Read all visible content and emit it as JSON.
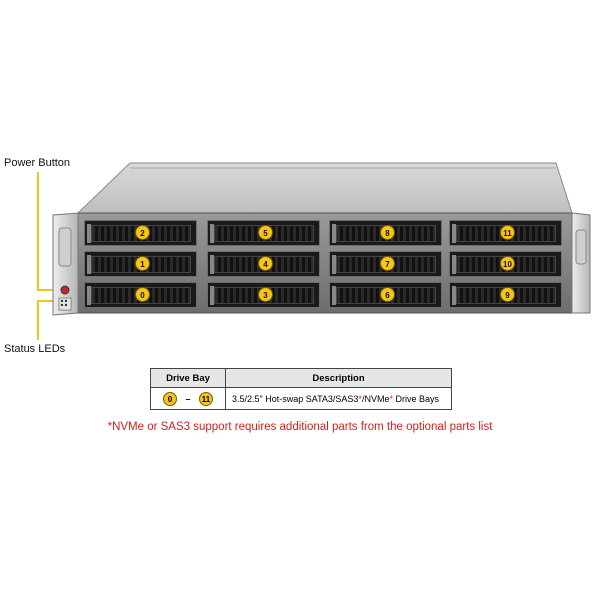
{
  "callouts": {
    "power_button": "Power Button",
    "status_leds": "Status LEDs"
  },
  "bays": [
    {
      "row": 0,
      "col": 0,
      "label": "2"
    },
    {
      "row": 0,
      "col": 1,
      "label": "5"
    },
    {
      "row": 0,
      "col": 2,
      "label": "8"
    },
    {
      "row": 0,
      "col": 3,
      "label": "11"
    },
    {
      "row": 1,
      "col": 0,
      "label": "1"
    },
    {
      "row": 1,
      "col": 1,
      "label": "4"
    },
    {
      "row": 1,
      "col": 2,
      "label": "7"
    },
    {
      "row": 1,
      "col": 3,
      "label": "10"
    },
    {
      "row": 2,
      "col": 0,
      "label": "0"
    },
    {
      "row": 2,
      "col": 1,
      "label": "3"
    },
    {
      "row": 2,
      "col": 2,
      "label": "6"
    },
    {
      "row": 2,
      "col": 3,
      "label": "9"
    }
  ],
  "table": {
    "headers": [
      "Drive Bay",
      "Description"
    ],
    "range_start": "0",
    "range_sep": "–",
    "range_end": "11",
    "desc_prefix": "3.5/2.5\" Hot-swap  SATA3/SAS3",
    "desc_star1": "*",
    "desc_mid": "/NVMe",
    "desc_star2": "*",
    "desc_suffix": "  Drive  Bays"
  },
  "footnote": "*NVMe or SAS3 support requires additional parts from the optional parts list",
  "colors": {
    "badge": "#f5c518",
    "callout_line": "#f0c419",
    "footnote": "#d21f1f"
  }
}
